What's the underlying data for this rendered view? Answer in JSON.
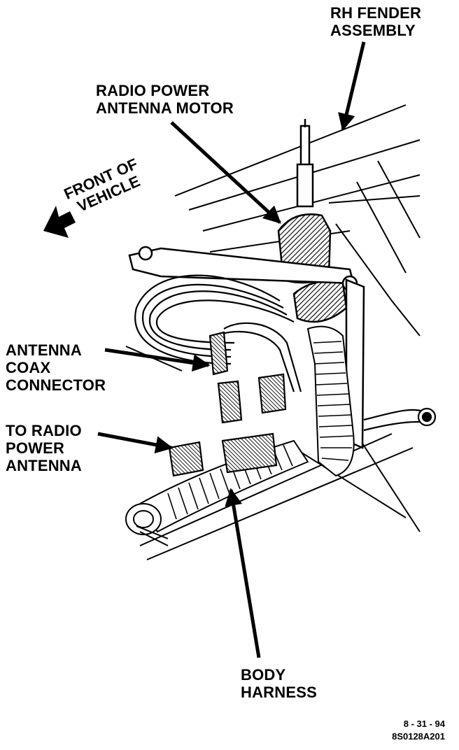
{
  "labels": {
    "rh_fender": [
      "RH FENDER",
      "ASSEMBLY"
    ],
    "antenna_motor": [
      "RADIO POWER",
      "ANTENNA MOTOR"
    ],
    "front_of_vehicle": [
      "FRONT OF",
      "VEHICLE"
    ],
    "coax_connector": [
      "ANTENNA",
      "COAX",
      "CONNECTOR"
    ],
    "to_radio_antenna": [
      "TO RADIO",
      "POWER",
      "ANTENNA"
    ],
    "body_harness": [
      "BODY",
      "HARNESS"
    ]
  },
  "figure_ref": {
    "date": "8 - 31 - 94",
    "code": "8S0128A201"
  }
}
